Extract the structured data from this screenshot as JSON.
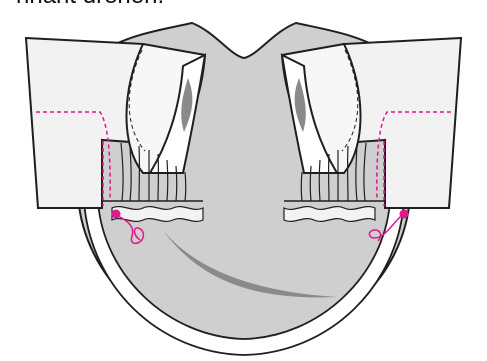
{
  "caption": {
    "text": "nnant drehen."
  },
  "colors": {
    "line": "#1f1f1f",
    "garment_gray": "#cfcfcf",
    "shade_gray": "#8a8a8a",
    "panel_white": "#f2f2f2",
    "stitch_pink": "#e0188c"
  },
  "icons": {
    "left_marker": "pin-marker",
    "right_marker": "pin-marker",
    "left_thread": "thread-tail",
    "right_thread": "thread-tail"
  }
}
